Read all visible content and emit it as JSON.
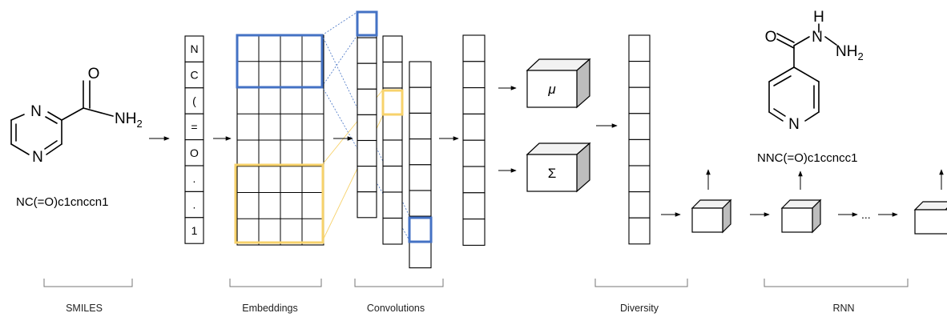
{
  "colors": {
    "blue": "#4472c4",
    "yellow": "#f7d26b",
    "cube_side": "#bdbdbd",
    "line": "#000000"
  },
  "input": {
    "smiles": "NC(=O)c1cnccn1",
    "atoms": {
      "n_top": "N",
      "n_bottom": "N",
      "oxygen": "O",
      "amide": "NH",
      "amide_sub": "2"
    }
  },
  "token_column": [
    "N",
    "C",
    "(",
    "=",
    "O",
    ".",
    ".",
    "1"
  ],
  "latent": {
    "mu": "μ",
    "sigma": "Σ"
  },
  "output": {
    "smiles": "NNC(=O)c1ccncc1",
    "atoms": {
      "h": "H",
      "n1": "N",
      "oxygen": "O",
      "nh2": "NH",
      "nh2_sub": "2",
      "ring_n": "N"
    }
  },
  "rnn_ellipsis": "...",
  "stage_labels": {
    "smiles": "SMILES",
    "embeddings": "Embeddings",
    "convolutions": "Convolutions",
    "diversity": "Diversity",
    "rnn": "RNN"
  }
}
